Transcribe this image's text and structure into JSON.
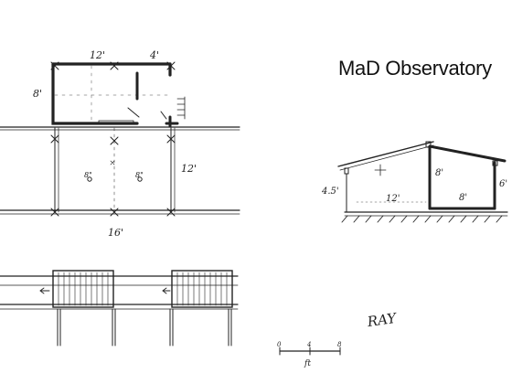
{
  "title": "MaD Observatory",
  "plan": {
    "dim_top_left": "12'",
    "dim_top_right": "4'",
    "dim_left": "8'",
    "dim_right": "12'",
    "dim_bottom": "16'",
    "pier_a": "8\"",
    "pier_b": "8\""
  },
  "section": {
    "dim_post_left": "4.5'",
    "dim_span": "12'",
    "dim_wall_inner": "8'",
    "dim_floor_right": "8'",
    "dim_wall_right": "6'"
  },
  "scale_bar": {
    "ticks": [
      "0",
      "4",
      "8"
    ],
    "unit": "ft"
  },
  "signature": "RAY"
}
